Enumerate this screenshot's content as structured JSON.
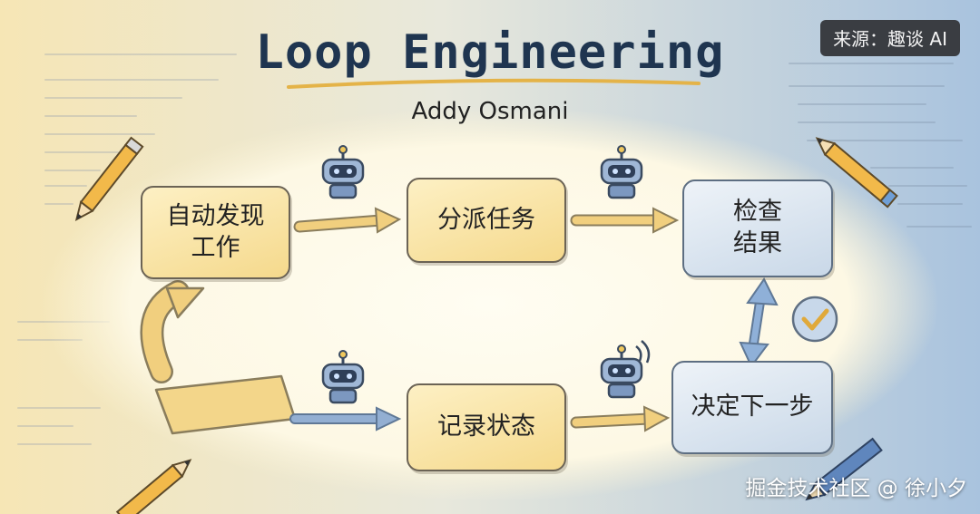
{
  "title": "Loop Engineering",
  "author": "Addy Osmani",
  "source_badge": "来源：趣谈 AI",
  "watermark": "掘金技术社区 @ 徐小夕",
  "steps": {
    "discover": "自动发现\n工作",
    "dispatch": "分派任务",
    "check": "检查\n结果",
    "record": "记录状态",
    "decide": "决定下一步"
  },
  "colors": {
    "yellow_box": "#f5d98c",
    "blue_box": "#c9d8e8",
    "yellow_arrow": "#f1cf7e",
    "blue_arrow": "#7f9dc4",
    "title_ink": "#1f3550"
  },
  "icons": [
    "robot-icon",
    "robot-icon",
    "robot-icon",
    "robot-wifi-icon",
    "checkmark-icon",
    "pencil-icon"
  ]
}
